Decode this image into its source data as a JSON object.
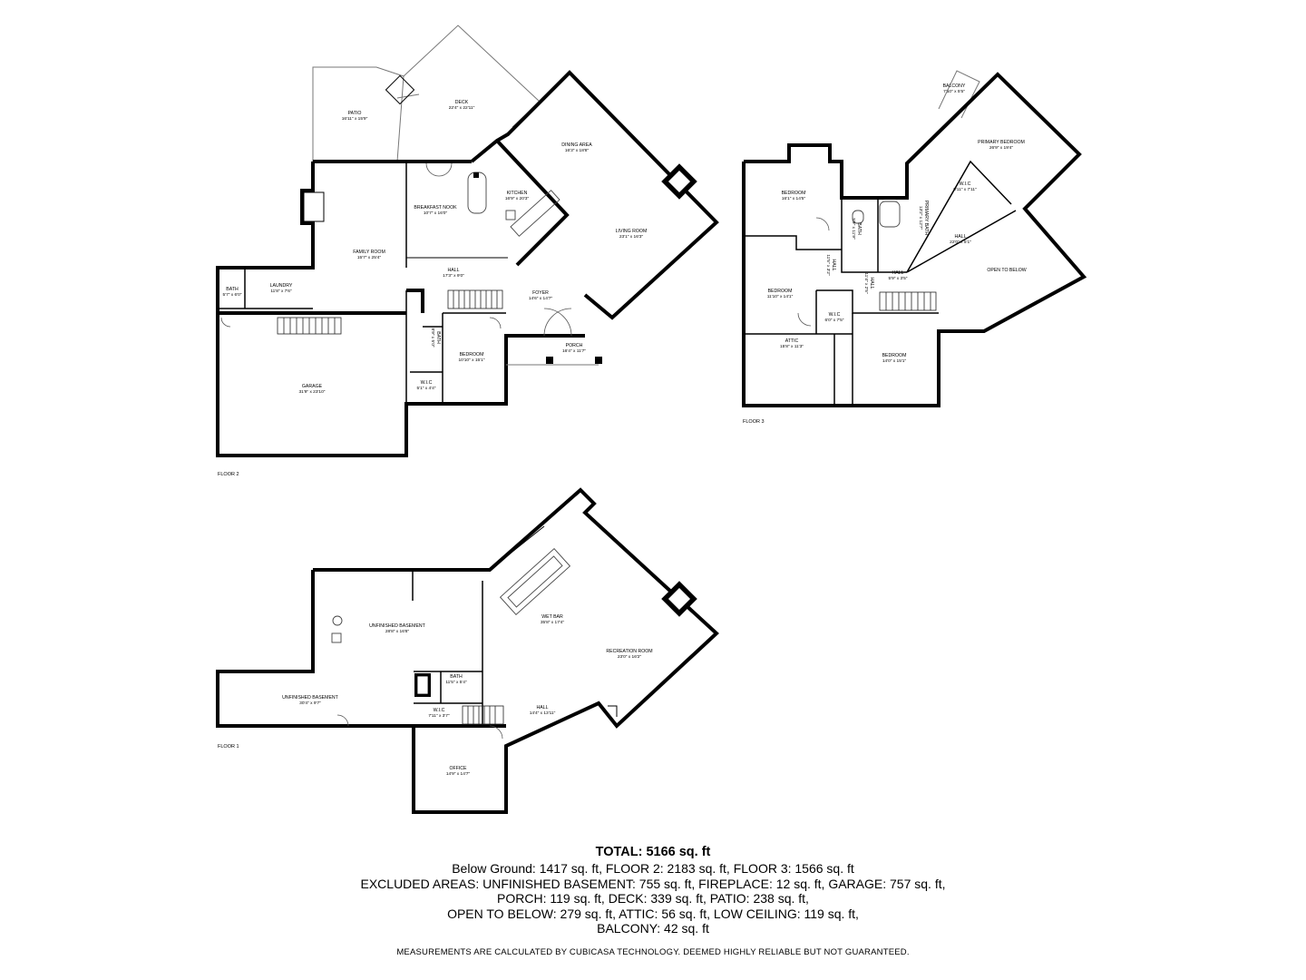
{
  "floors": {
    "floor1": {
      "label": "FLOOR 1",
      "rooms": [
        {
          "name": "UNFINISHED BASEMENT",
          "dims": "28'8\" x 16'8\""
        },
        {
          "name": "UNFINISHED BASEMENT",
          "dims": "30'4\" x 9'7\""
        },
        {
          "name": "WET BAR",
          "dims": "35'8\" x 17'4\""
        },
        {
          "name": "RECREATION ROOM",
          "dims": "23'0\" x 16'2\""
        },
        {
          "name": "BATH",
          "dims": "11'5\" x 5'4\""
        },
        {
          "name": "W.I.C",
          "dims": "7'11\" x 3'7\""
        },
        {
          "name": "HALL",
          "dims": "14'4\" x 13'11\""
        },
        {
          "name": "OFFICE",
          "dims": "14'9\" x 14'7\""
        }
      ]
    },
    "floor2": {
      "label": "FLOOR 2",
      "rooms": [
        {
          "name": "PATIO",
          "dims": "16'11\" x 15'9\""
        },
        {
          "name": "DECK",
          "dims": "22'4\" x 22'11\""
        },
        {
          "name": "DINING AREA",
          "dims": "16'3\" x 18'8\""
        },
        {
          "name": "KITCHEN",
          "dims": "16'9\" x 20'3\""
        },
        {
          "name": "BREAKFAST NOOK",
          "dims": "10'7\" x 16'0\""
        },
        {
          "name": "LIVING ROOM",
          "dims": "23'1\" x 16'3\""
        },
        {
          "name": "FAMILY ROOM",
          "dims": "15'7\" x 25'4\""
        },
        {
          "name": "HALL",
          "dims": "17'3\" x 9'0\""
        },
        {
          "name": "BATH",
          "dims": "5'7\" x 6'0\""
        },
        {
          "name": "LAUNDRY",
          "dims": "11'8\" x 7'6\""
        },
        {
          "name": "FOYER",
          "dims": "14'6\" x 14'7\""
        },
        {
          "name": "BATH",
          "dims": "8'9\" x 5'0\""
        },
        {
          "name": "BEDROOM",
          "dims": "10'10\" x 15'1\""
        },
        {
          "name": "PORCH",
          "dims": "16'4\" x 11'7\""
        },
        {
          "name": "GARAGE",
          "dims": "31'9\" x 23'10\""
        },
        {
          "name": "W.I.C",
          "dims": "5'1\" x 4'4\""
        }
      ]
    },
    "floor3": {
      "label": "FLOOR 3",
      "rooms": [
        {
          "name": "BALCONY",
          "dims": "7'10\" x 5'5\""
        },
        {
          "name": "PRIMARY BEDROOM",
          "dims": "26'9\" x 19'4\""
        },
        {
          "name": "BEDROOM",
          "dims": "16'1\" x 14'5\""
        },
        {
          "name": "BATH",
          "dims": "5'9\" x 11'9\""
        },
        {
          "name": "PRIMARY BATH",
          "dims": "13'2\" x 12'7\""
        },
        {
          "name": "W.I.C",
          "dims": "9'11\" x 7'11\""
        },
        {
          "name": "HALL",
          "dims": "22'0\" x 5'1\""
        },
        {
          "name": "OPEN TO BELOW",
          "dims": ""
        },
        {
          "name": "HALL",
          "dims": "11'5\" x 3'2\""
        },
        {
          "name": "HALL",
          "dims": "5'9\" x 3'5\""
        },
        {
          "name": "BEDROOM",
          "dims": "11'10\" x 14'1\""
        },
        {
          "name": "HALL",
          "dims": "11'4\" x 2'5\""
        },
        {
          "name": "W.I.C",
          "dims": "6'0\" x 7'5\""
        },
        {
          "name": "ATTIC",
          "dims": "15'8\" x 11'3\""
        },
        {
          "name": "BEDROOM",
          "dims": "14'0\" x 15'1\""
        }
      ]
    }
  },
  "summary": {
    "total": "TOTAL: 5166 sq. ft",
    "lines": [
      "Below Ground: 1417 sq. ft, FLOOR 2: 2183 sq. ft, FLOOR 3: 1566 sq. ft",
      "EXCLUDED AREAS: UNFINISHED BASEMENT: 755 sq. ft, FIREPLACE: 12 sq. ft, GARAGE: 757 sq. ft,",
      "PORCH: 119 sq. ft, DECK: 339 sq. ft, PATIO: 238 sq. ft,",
      "OPEN TO BELOW: 279 sq. ft, ATTIC: 56 sq. ft, LOW CEILING: 119 sq. ft,",
      "BALCONY: 42 sq. ft"
    ]
  },
  "disclaimer": "MEASUREMENTS ARE CALCULATED BY CUBICASA TECHNOLOGY. DEEMED HIGHLY RELIABLE BUT NOT GUARANTEED."
}
